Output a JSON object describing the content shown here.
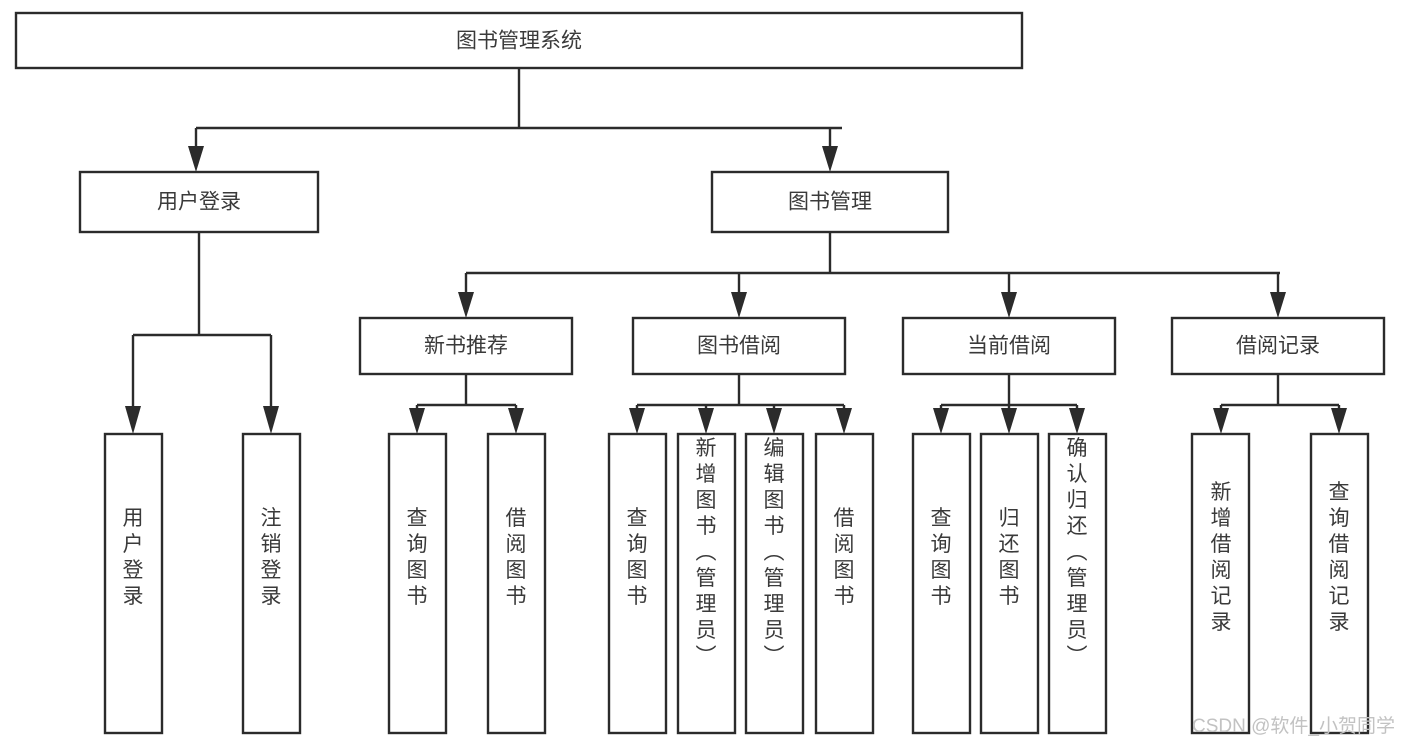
{
  "diagram": {
    "title": "图书管理系统",
    "type": "tree-hierarchy-diagram",
    "watermark": "CSDN @软件_小贺同学",
    "colors": {
      "stroke": "#2b2b2b",
      "box_fill": "#ffffff",
      "text": "#3a3a3a",
      "watermark": "#c2c2c2",
      "background": "#ffffff"
    },
    "levels": {
      "root": {
        "label": "图书管理系统"
      },
      "level2": [
        {
          "label": "用户登录"
        },
        {
          "label": "图书管理"
        }
      ],
      "level3": [
        {
          "label": "新书推荐"
        },
        {
          "label": "图书借阅"
        },
        {
          "label": "当前借阅"
        },
        {
          "label": "借阅记录"
        }
      ]
    },
    "leaves": {
      "user_login": [
        {
          "label": "用户登录"
        },
        {
          "label": "注销登录"
        }
      ],
      "new_book_recommend": [
        {
          "label": "查询图书"
        },
        {
          "label": "借阅图书"
        }
      ],
      "book_borrow": [
        {
          "label": "查询图书"
        },
        {
          "label": "新增图书（管理员）"
        },
        {
          "label": "编辑图书（管理员）"
        },
        {
          "label": "借阅图书"
        }
      ],
      "current_borrow": [
        {
          "label": "查询图书"
        },
        {
          "label": "归还图书"
        },
        {
          "label": "确认归还（管理员）"
        }
      ],
      "borrow_record": [
        {
          "label": "新增借阅记录"
        },
        {
          "label": "查询借阅记录"
        }
      ]
    }
  }
}
